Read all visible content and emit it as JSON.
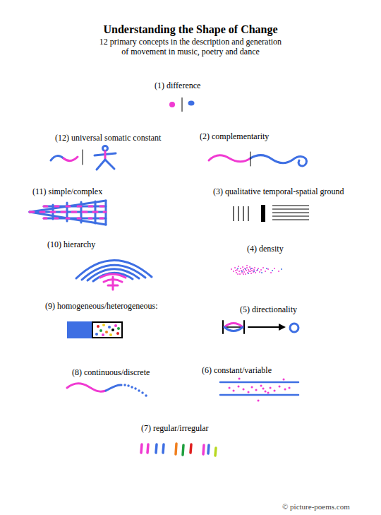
{
  "diagram": {
    "title": "Understanding the Shape of Change",
    "labels": [
      "12 primary concepts in the description and generation of movement in music, poetry and dance",
      "(1) difference",
      "(12) universal somatic constant",
      "(2) complementarity",
      "(11) simple/complex",
      "(3) qualitative temporal-spatial ground",
      "(10) hierarchy",
      "(4) density",
      "(9) homogeneous/heterogeneous:",
      "(5) directionality",
      "(8) continuous/discrete",
      "(6) constant/variable",
      "(7) regular/irregular",
      "© picture-poems.com"
    ]
  }
}
